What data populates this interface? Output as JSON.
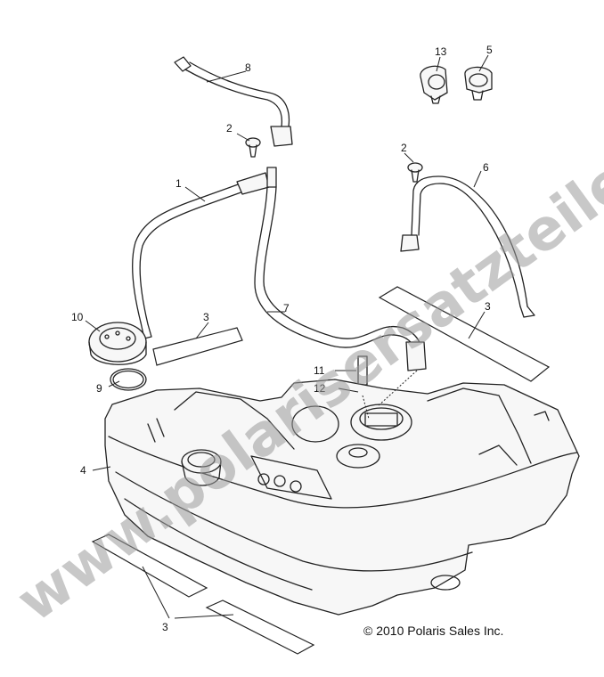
{
  "callouts": {
    "c1": "1",
    "c2a": "2",
    "c2b": "2",
    "c3a": "3",
    "c3b": "3",
    "c3c": "3",
    "c4": "4",
    "c5": "5",
    "c6": "6",
    "c7": "7",
    "c8": "8",
    "c9": "9",
    "c10": "10",
    "c11": "11",
    "c12": "12",
    "c13": "13"
  },
  "copyright": "© 2010 Polaris Sales Inc.",
  "watermark": "www.polarisersatzteile.de"
}
